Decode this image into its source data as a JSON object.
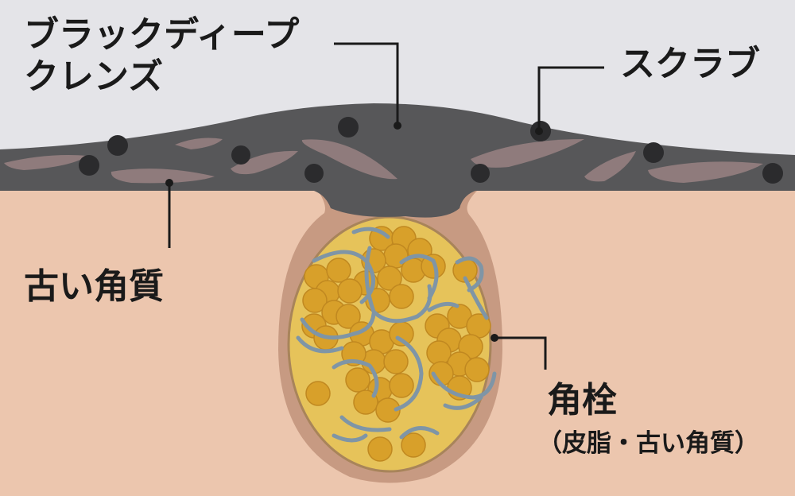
{
  "labels": {
    "black_deep_cleanse_line1": "ブラックディープ",
    "black_deep_cleanse_line2": "クレンズ",
    "scrub": "スクラブ",
    "old_horny_layer": "古い角質",
    "keratin_plug": "角栓",
    "keratin_plug_detail": "（皮脂・古い角質）"
  },
  "colors": {
    "background": "#e4e4e8",
    "skin": "#ecc6ae",
    "cleanser_layer": "#575759",
    "horny_flakes": "#8f7b7c",
    "scrub_beads": "#2b2b2d",
    "pore_rim": "#c79a82",
    "plug_fill": "#e6c35a",
    "sebum_globules": "#d8a02a",
    "keratin_strands": "#7f95a6",
    "text_and_leader_lines": "#1a1a1a"
  }
}
